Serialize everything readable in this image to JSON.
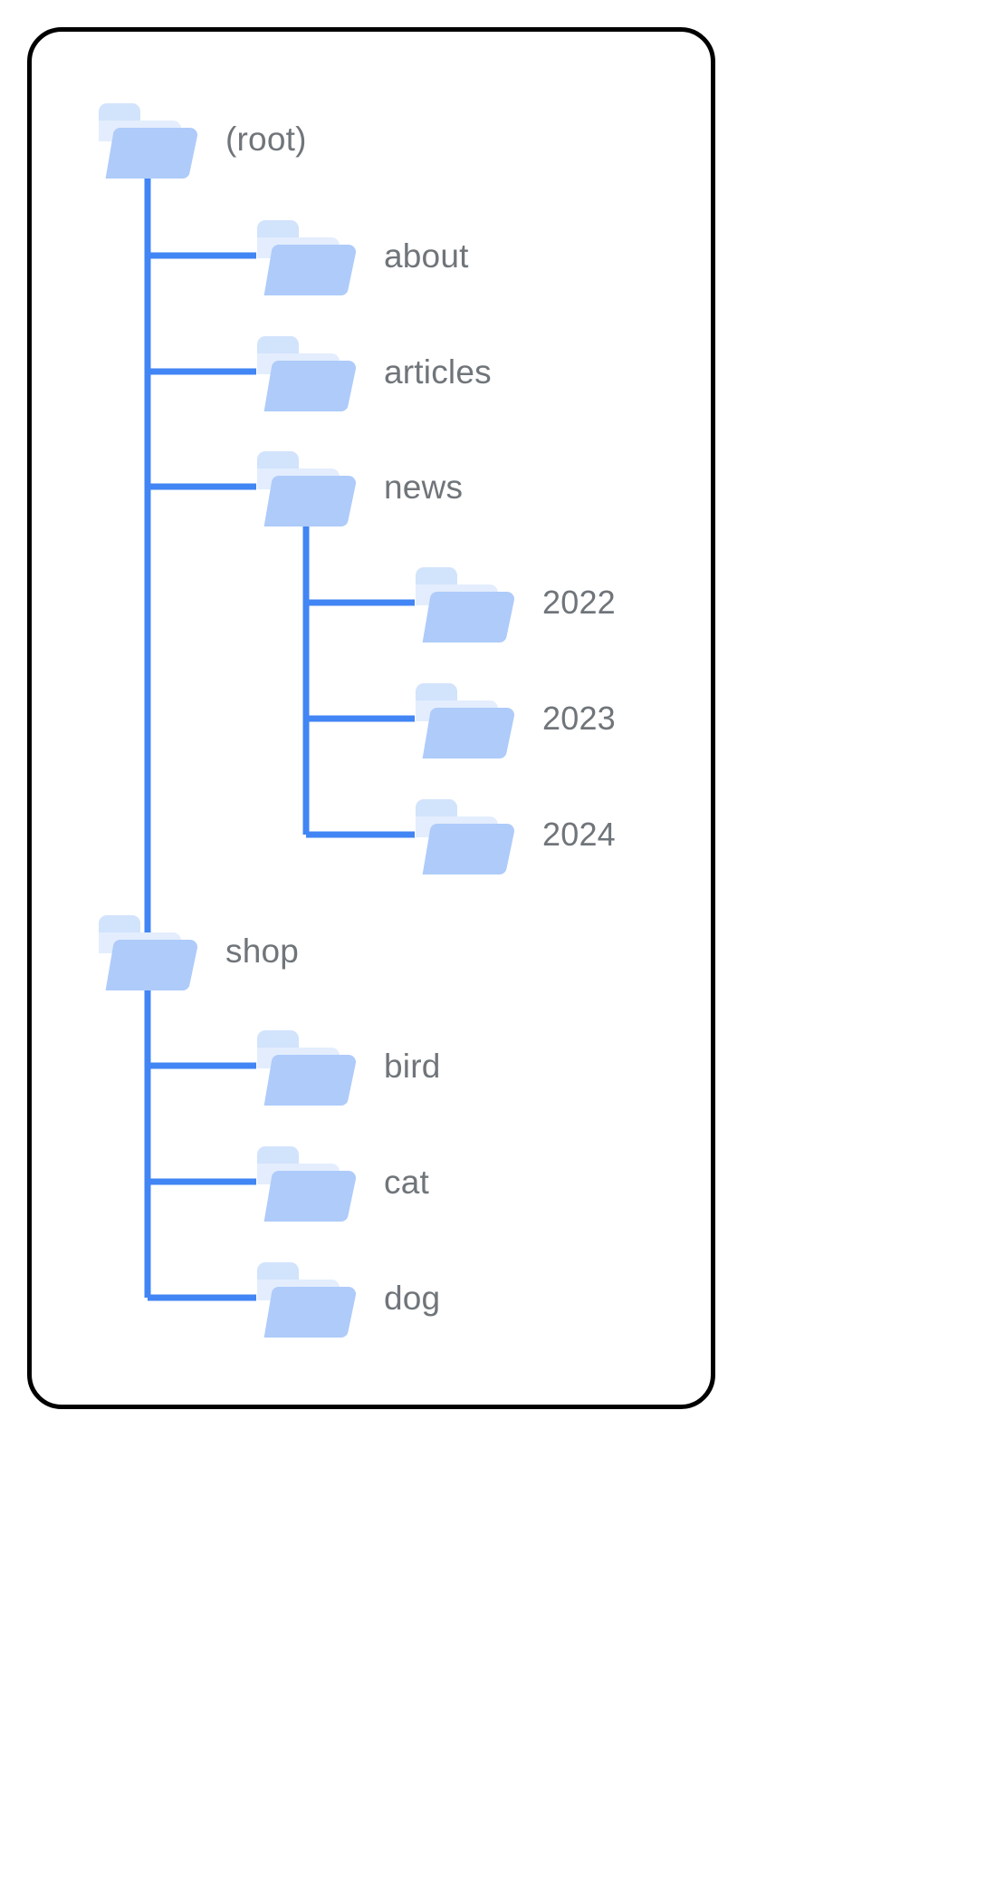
{
  "diagram": {
    "type": "folder-tree",
    "title": "Folder hierarchy tree",
    "colors": {
      "connector": "#4285F4",
      "folder_front": "#AECBFA",
      "folder_mid": "#D2E3FC",
      "folder_back": "#D2E3FC",
      "label_text": "#70757A",
      "card_border": "#000000",
      "background": "#FFFFFF"
    },
    "icon_name": "folder-icon"
  },
  "tree": {
    "nodes": [
      {
        "id": "root",
        "label": "(root)",
        "depth": 0,
        "parent": null,
        "is_last": false
      },
      {
        "id": "about",
        "label": "about",
        "depth": 1,
        "parent": "root",
        "is_last": false
      },
      {
        "id": "articles",
        "label": "articles",
        "depth": 1,
        "parent": "root",
        "is_last": false
      },
      {
        "id": "news",
        "label": "news",
        "depth": 1,
        "parent": "root",
        "is_last": false
      },
      {
        "id": "2022",
        "label": "2022",
        "depth": 2,
        "parent": "news",
        "is_last": false
      },
      {
        "id": "2023",
        "label": "2023",
        "depth": 2,
        "parent": "news",
        "is_last": false
      },
      {
        "id": "2024",
        "label": "2024",
        "depth": 2,
        "parent": "news",
        "is_last": true
      },
      {
        "id": "shop",
        "label": "shop",
        "depth": 1,
        "parent": "root",
        "is_last": true
      },
      {
        "id": "bird",
        "label": "bird",
        "depth": 2,
        "parent": "shop",
        "is_last": false
      },
      {
        "id": "cat",
        "label": "cat",
        "depth": 2,
        "parent": "shop",
        "is_last": false
      },
      {
        "id": "dog",
        "label": "dog",
        "depth": 2,
        "parent": "shop",
        "is_last": true
      }
    ],
    "labels": {
      "root": "(root)",
      "about": "about",
      "articles": "articles",
      "news": "news",
      "y2022": "2022",
      "y2023": "2023",
      "y2024": "2024",
      "shop": "shop",
      "bird": "bird",
      "cat": "cat",
      "dog": "dog"
    }
  },
  "layout": {
    "row_y": {
      "root": 118,
      "about": 247,
      "articles": 375,
      "news": 502,
      "y2022": 630,
      "y2023": 758,
      "y2024": 886,
      "shop": 1014,
      "bird": 1141,
      "cat": 1269,
      "dog": 1397
    },
    "indent_x": {
      "d0": 70,
      "d1": 245,
      "d2": 420
    },
    "trunk_x": {
      "root": 128,
      "news": 303,
      "shop": 128
    },
    "line_width": 7
  }
}
